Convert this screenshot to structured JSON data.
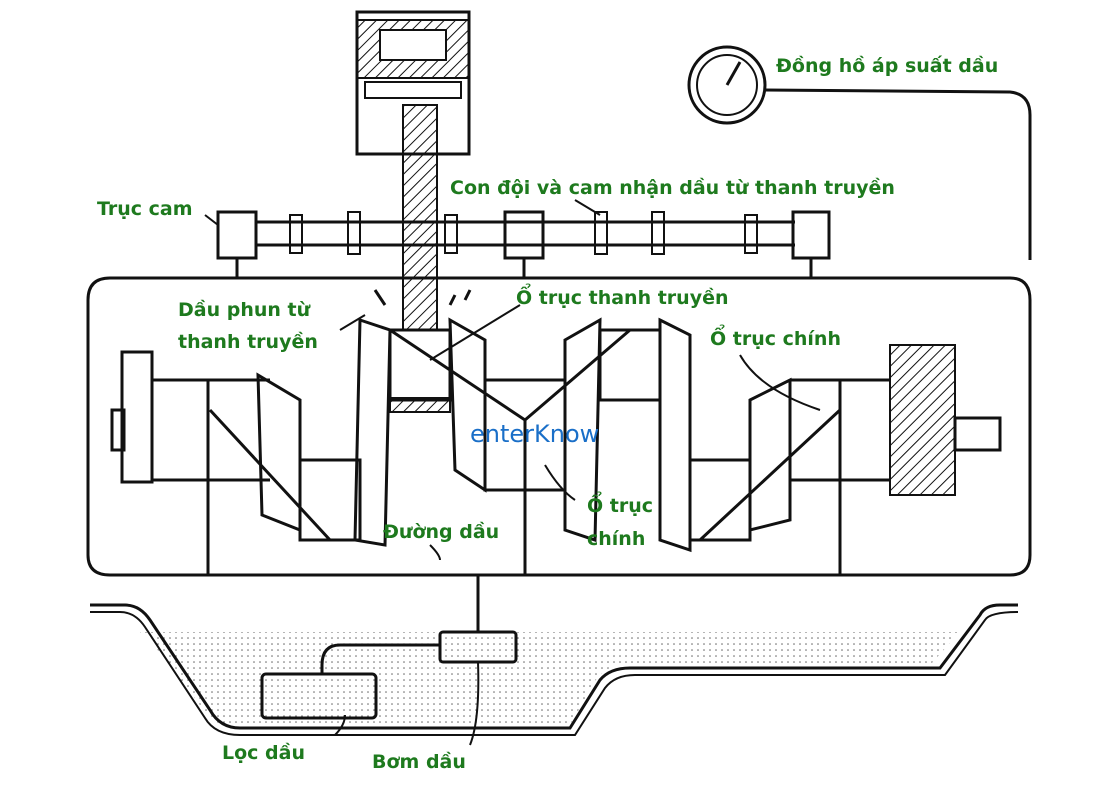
{
  "labels": {
    "pressure_gauge": "Đồng hồ áp suất dầu",
    "lifters_cams": "Con đội và cam nhận dầu từ thanh truyền",
    "camshaft": "Trục cam",
    "oil_spray_line1": "Dầu phun từ",
    "oil_spray_line2": "thanh truyền",
    "rod_bearing": "Ổ trục thanh truyền",
    "main_bearing_right": "Ổ trục chính",
    "main_bearing_center_line1": "Ổ trục",
    "main_bearing_center_line2": "chính",
    "oil_passage": "Đường dầu",
    "oil_filter": "Lọc dầu",
    "oil_pump": "Bơm dầu"
  },
  "watermark": "enterKnow",
  "colors": {
    "label": "#1e7a1e",
    "watermark": "#1a6fc8",
    "line": "#111111"
  }
}
